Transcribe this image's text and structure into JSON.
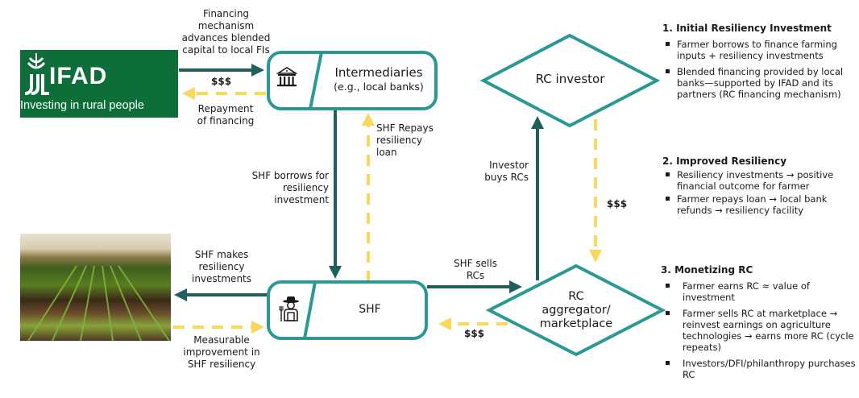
{
  "colors": {
    "teal_outline": "#2a9995",
    "dark_teal_arrow": "#1f5f5e",
    "yellow_dashed": "#fcd85a",
    "ifad_green": "#0d6e39"
  },
  "logo": {
    "name": "IFAD",
    "tagline": "Investing in rural people"
  },
  "nodes": {
    "intermediaries": {
      "title": "Intermediaries",
      "subtitle": "(e.g., local banks)",
      "icon": "bank-icon"
    },
    "shf": {
      "title": "SHF",
      "icon": "farmer-icon"
    },
    "rc_investor": {
      "title": "RC investor"
    },
    "rc_aggregator": {
      "line1": "RC",
      "line2": "aggregator/",
      "line3": "marketplace"
    }
  },
  "flows": {
    "financing": {
      "lines": [
        "Financing",
        "mechanism",
        "advances blended",
        "capital to local FIs"
      ]
    },
    "ifad_money": {
      "label": "$$$"
    },
    "repayment": {
      "lines": [
        "Repayment",
        "of financing"
      ]
    },
    "shf_borrows": {
      "lines": [
        "SHF borrows for",
        "resiliency",
        "investment"
      ]
    },
    "shf_repays": {
      "lines": [
        "SHF Repays",
        "resiliency",
        "loan"
      ]
    },
    "shf_makes": {
      "lines": [
        "SHF makes",
        "resiliency",
        "investments"
      ]
    },
    "measurable": {
      "lines": [
        "Measurable",
        "improvement in",
        "SHF resiliency"
      ]
    },
    "shf_sells": {
      "lines": [
        "SHF sells",
        "RCs"
      ]
    },
    "investor_buys": {
      "lines": [
        "Investor",
        "buys RCs"
      ]
    },
    "investor_money": {
      "label": "$$$"
    },
    "aggregator_money": {
      "label": "$$$"
    }
  },
  "panels": [
    {
      "title": "1. Initial Resiliency Investment",
      "items": [
        "Farmer borrows to finance farming inputs + resiliency investments",
        "Blended financing provided by local banks—supported by IFAD and its partners (RC financing mechanism)"
      ]
    },
    {
      "title": "2. Improved Resiliency",
      "items": [
        "Resiliency investments → positive financial outcome for farmer",
        "Farmer repays loan → local bank refunds → resiliency facility"
      ]
    },
    {
      "title": "3. Monetizing RC",
      "items": [
        "Farmer earns RC ≈ value of investment",
        "Farmer sells RC at marketplace → reinvest earnings on agriculture technologies → earns more RC (cycle repeats)",
        "Investors/DFI/philanthropy purchases RC"
      ]
    }
  ]
}
